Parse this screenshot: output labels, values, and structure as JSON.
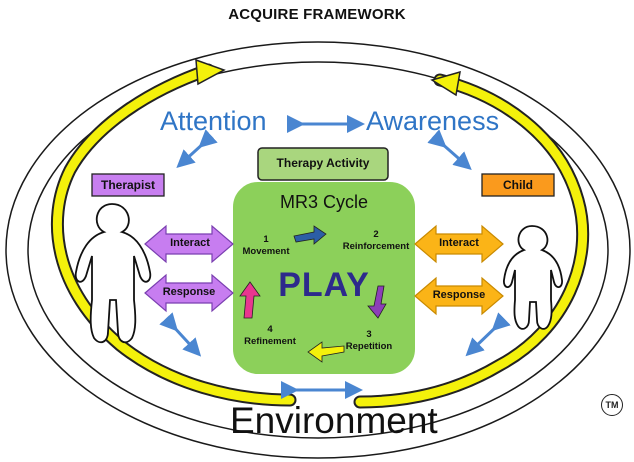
{
  "title": "ACQUIRE FRAMEWORK",
  "attention": "Attention",
  "awareness": "Awareness",
  "environment": "Environment",
  "therapy_activity": "Therapy Activity",
  "therapist": "Therapist",
  "child": "Child",
  "cycle_title": "MR3 Cycle",
  "play": "PLAY",
  "steps": [
    {
      "number": "1",
      "label": "Movement"
    },
    {
      "number": "2",
      "label": "Reinforcement"
    },
    {
      "number": "3",
      "label": "Repetition"
    },
    {
      "number": "4",
      "label": "Refinement"
    }
  ],
  "left_arrows": {
    "interact": "Interact",
    "response": "Response"
  },
  "right_arrows": {
    "interact": "Interact",
    "response": "Response"
  },
  "trademark": "TM",
  "colors": {
    "attention_blue": "#2f75c6",
    "cycle_green": "#8cd05a",
    "therapy_box_green": "#a9d67e",
    "therapist_purple": "#c87ff0",
    "child_orange": "#fa9a1d",
    "left_arrow_purple": "#c77df0",
    "right_arrow_orange": "#fbb417",
    "outer_arrow_yellow": "#f4f10b",
    "play_text": "#2d2a8c"
  }
}
